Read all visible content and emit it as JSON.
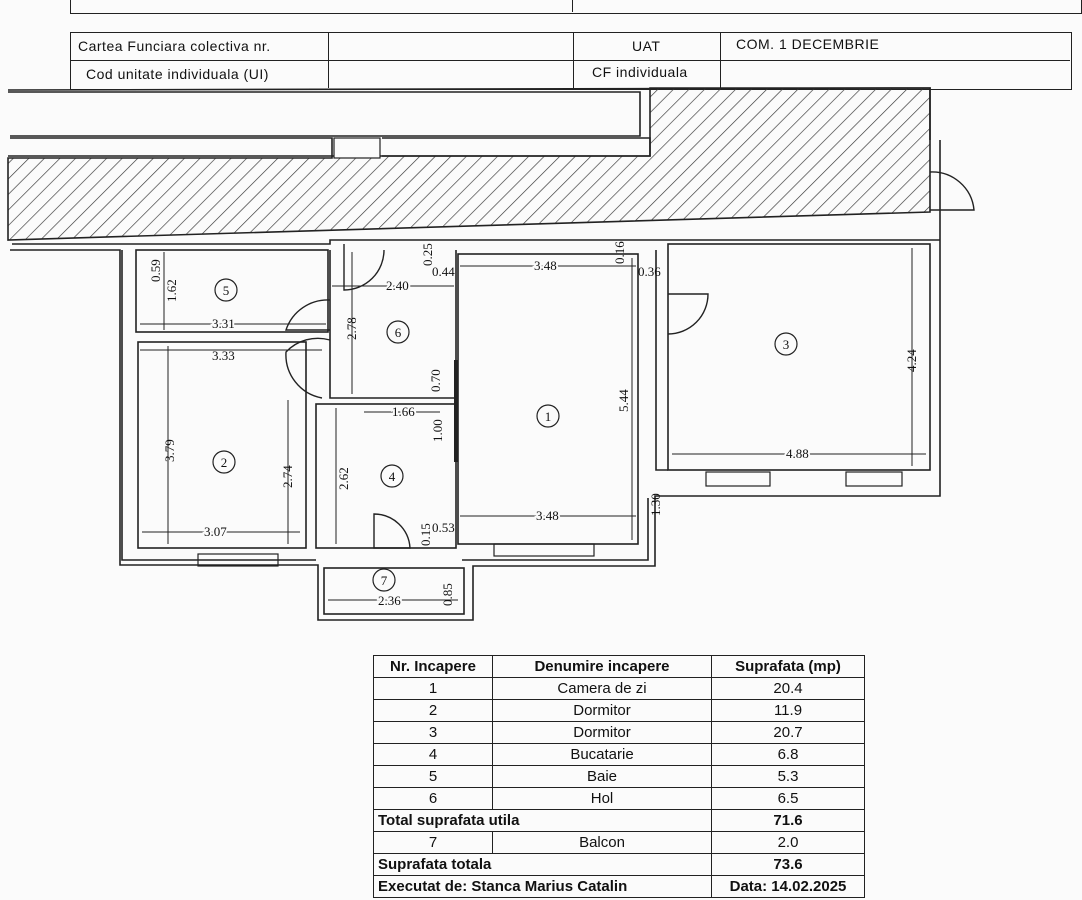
{
  "header": {
    "cf_label": "Cartea Funciara colectiva nr.",
    "cod_label": "Cod unitate individuala (UI)",
    "uat_label": "UAT",
    "uat_value": "COM. 1 DECEMBRIE",
    "cf_ind_label": "CF individuala"
  },
  "plan": {
    "room_numbers": [
      "1",
      "2",
      "3",
      "4",
      "5",
      "6",
      "7"
    ],
    "dims": {
      "d348a": "3.48",
      "d016": "0.16",
      "d036": "0.36",
      "d025": "0.25",
      "d044": "0.44",
      "d240": "2.40",
      "d278": "2.78",
      "d059": "0.59",
      "d162": "1.62",
      "d331": "3.31",
      "d333": "3.33",
      "d379": "3.79",
      "d274": "2.74",
      "d307": "3.07",
      "d070": "0.70",
      "d166": "1.66",
      "d100": "1.00",
      "d262": "2.62",
      "d015": "0.15",
      "d053": "0.53",
      "d348b": "3.48",
      "d544": "5.44",
      "d130": "1.30",
      "d424": "4.24",
      "d488": "4.88",
      "d236": "2.36",
      "d085": "0.85"
    }
  },
  "table": {
    "headers": [
      "Nr. Incapere",
      "Denumire incapere",
      "Suprafata (mp)"
    ],
    "rows": [
      {
        "nr": "1",
        "name": "Camera de zi",
        "area": "20.4"
      },
      {
        "nr": "2",
        "name": "Dormitor",
        "area": "11.9"
      },
      {
        "nr": "3",
        "name": "Dormitor",
        "area": "20.7"
      },
      {
        "nr": "4",
        "name": "Bucatarie",
        "area": "6.8"
      },
      {
        "nr": "5",
        "name": "Baie",
        "area": "5.3"
      },
      {
        "nr": "6",
        "name": "Hol",
        "area": "6.5"
      }
    ],
    "total_util_label": "Total suprafata utila",
    "total_util_value": "71.6",
    "balcon": {
      "nr": "7",
      "name": "Balcon",
      "area": "2.0"
    },
    "total_label": "Suprafata totala",
    "total_value": "73.6",
    "footer_left": "Executat de: Stanca Marius Catalin",
    "footer_right": "Data: 14.02.2025"
  }
}
